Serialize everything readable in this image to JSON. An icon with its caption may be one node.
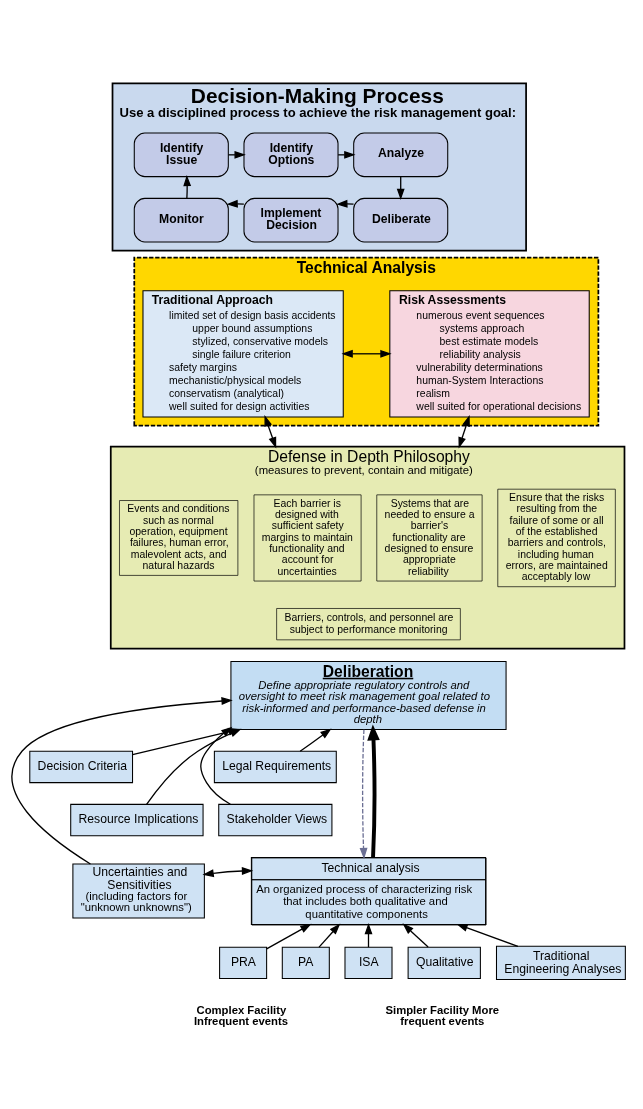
{
  "diagram": {
    "nodes": [
      {
        "text": [
          "Decision-Making Process",
          "Use a disciplined process to achieve the risk management goal:"
        ]
      },
      {
        "text": [
          "Identify Issue"
        ],
        "in": 0
      },
      {
        "text": [
          "Identify Options"
        ],
        "in": 0
      },
      {
        "text": [
          "Analyze"
        ],
        "in": 0
      },
      {
        "text": [
          "Monitor"
        ],
        "in": 0
      },
      {
        "text": [
          "Implement Decision"
        ],
        "in": 0
      },
      {
        "text": [
          "Deliberate"
        ],
        "in": 0
      },
      {
        "text": [
          "Technical Analysis"
        ]
      },
      {
        "text": [
          "Traditional Approach",
          "limited set of design basis accidents",
          "upper bound assumptions",
          "stylized, conservative models",
          "single failure criterion",
          "safety margins",
          "mechanistic/physical models",
          "conservatism (analytical)",
          "well suited for design activities"
        ],
        "in": 7
      },
      {
        "text": [
          "Risk Assessments",
          "numerous event sequences",
          "systems approach",
          "best estimate models",
          "reliability analysis",
          "vulnerability determinations",
          "human-System Interactions",
          "realism",
          "well suited for operational decisions"
        ],
        "in": 7
      },
      {
        "text": [
          "Defense in Depth Philosophy",
          "(measures to prevent, contain and mitigate)"
        ]
      },
      {
        "text": [
          "Events and conditions such as normal operation, equipment failures, human error, malevolent acts, and natural hazards"
        ],
        "in": 10
      },
      {
        "text": [
          "Each barrier is designed with sufficient safety margins to maintain functionality and account for uncertainties"
        ],
        "in": 10
      },
      {
        "text": [
          "Systems that are needed to ensure a barrier's functionality are designed to ensure appropriate reliability"
        ],
        "in": 10
      },
      {
        "text": [
          "Barriers, controls, and personnel are subject to performance monitoring"
        ],
        "in": 10
      },
      {
        "text": [
          "Ensure that the risks resulting from the failure of some or all of the established barriers and controls, including human errors, are maintained acceptably low"
        ],
        "in": 10
      },
      {
        "text": [
          "Deliberation",
          "Define appropriate regulatory controls and oversight to meet risk management goal related to risk-informed and performance-based defense in depth"
        ]
      },
      {
        "text": [
          "Decision Criteria"
        ]
      },
      {
        "text": [
          "Legal Requirements"
        ]
      },
      {
        "text": [
          "Resource Implications"
        ]
      },
      {
        "text": [
          "Stakeholder Views"
        ]
      },
      {
        "text": [
          "Technical analysis",
          "An organized process of characterizing risk that includes both qualitative and quantitative components"
        ]
      },
      {
        "text": [
          "Uncertainties and Sensitivities",
          "(including factors for \"unknown unknowns\")"
        ]
      },
      {
        "text": [
          "PRA"
        ]
      },
      {
        "text": [
          "PA"
        ]
      },
      {
        "text": [
          "ISA"
        ]
      },
      {
        "text": [
          "Qualitative"
        ]
      },
      {
        "text": [
          "Traditional Engineering Analyses"
        ]
      }
    ],
    "edges": [
      {
        "from": 1,
        "to": 2,
        "arrow": "to"
      },
      {
        "from": 2,
        "to": 3,
        "arrow": "to"
      },
      {
        "from": 3,
        "to": 6,
        "arrow": "to"
      },
      {
        "from": 6,
        "to": 5,
        "arrow": "to"
      },
      {
        "from": 5,
        "to": 4,
        "arrow": "to"
      },
      {
        "from": 4,
        "to": 1,
        "arrow": "to"
      },
      {
        "from": 8,
        "to": 9,
        "arrow": "both"
      },
      {
        "from": 8,
        "to": 10,
        "arrow": "both"
      },
      {
        "from": 9,
        "to": 10,
        "arrow": "both"
      },
      {
        "from": 17,
        "to": 16,
        "arrow": "to"
      },
      {
        "from": 19,
        "to": 16,
        "arrow": "to"
      },
      {
        "from": 21,
        "to": 16,
        "arrow": "to",
        "style": "thick"
      },
      {
        "from": 20,
        "to": 16,
        "arrow": "to"
      },
      {
        "from": 18,
        "to": 16,
        "arrow": "to"
      },
      {
        "from": 22,
        "to": 16,
        "arrow": "to"
      },
      {
        "from": 22,
        "to": 21,
        "arrow": "both"
      },
      {
        "from": 16,
        "to": 21,
        "arrow": "to",
        "style": "dashed",
        "color": "#6b6f94"
      },
      {
        "from": 23,
        "to": 21,
        "arrow": "to"
      },
      {
        "from": 24,
        "to": 21,
        "arrow": "to"
      },
      {
        "from": 25,
        "to": 21,
        "arrow": "to"
      },
      {
        "from": 26,
        "to": 21,
        "arrow": "to"
      },
      {
        "from": 27,
        "to": 21,
        "arrow": "to"
      }
    ],
    "labels": [
      "Complex Facility Infrequent events",
      "Simpler Facility More frequent events"
    ]
  }
}
